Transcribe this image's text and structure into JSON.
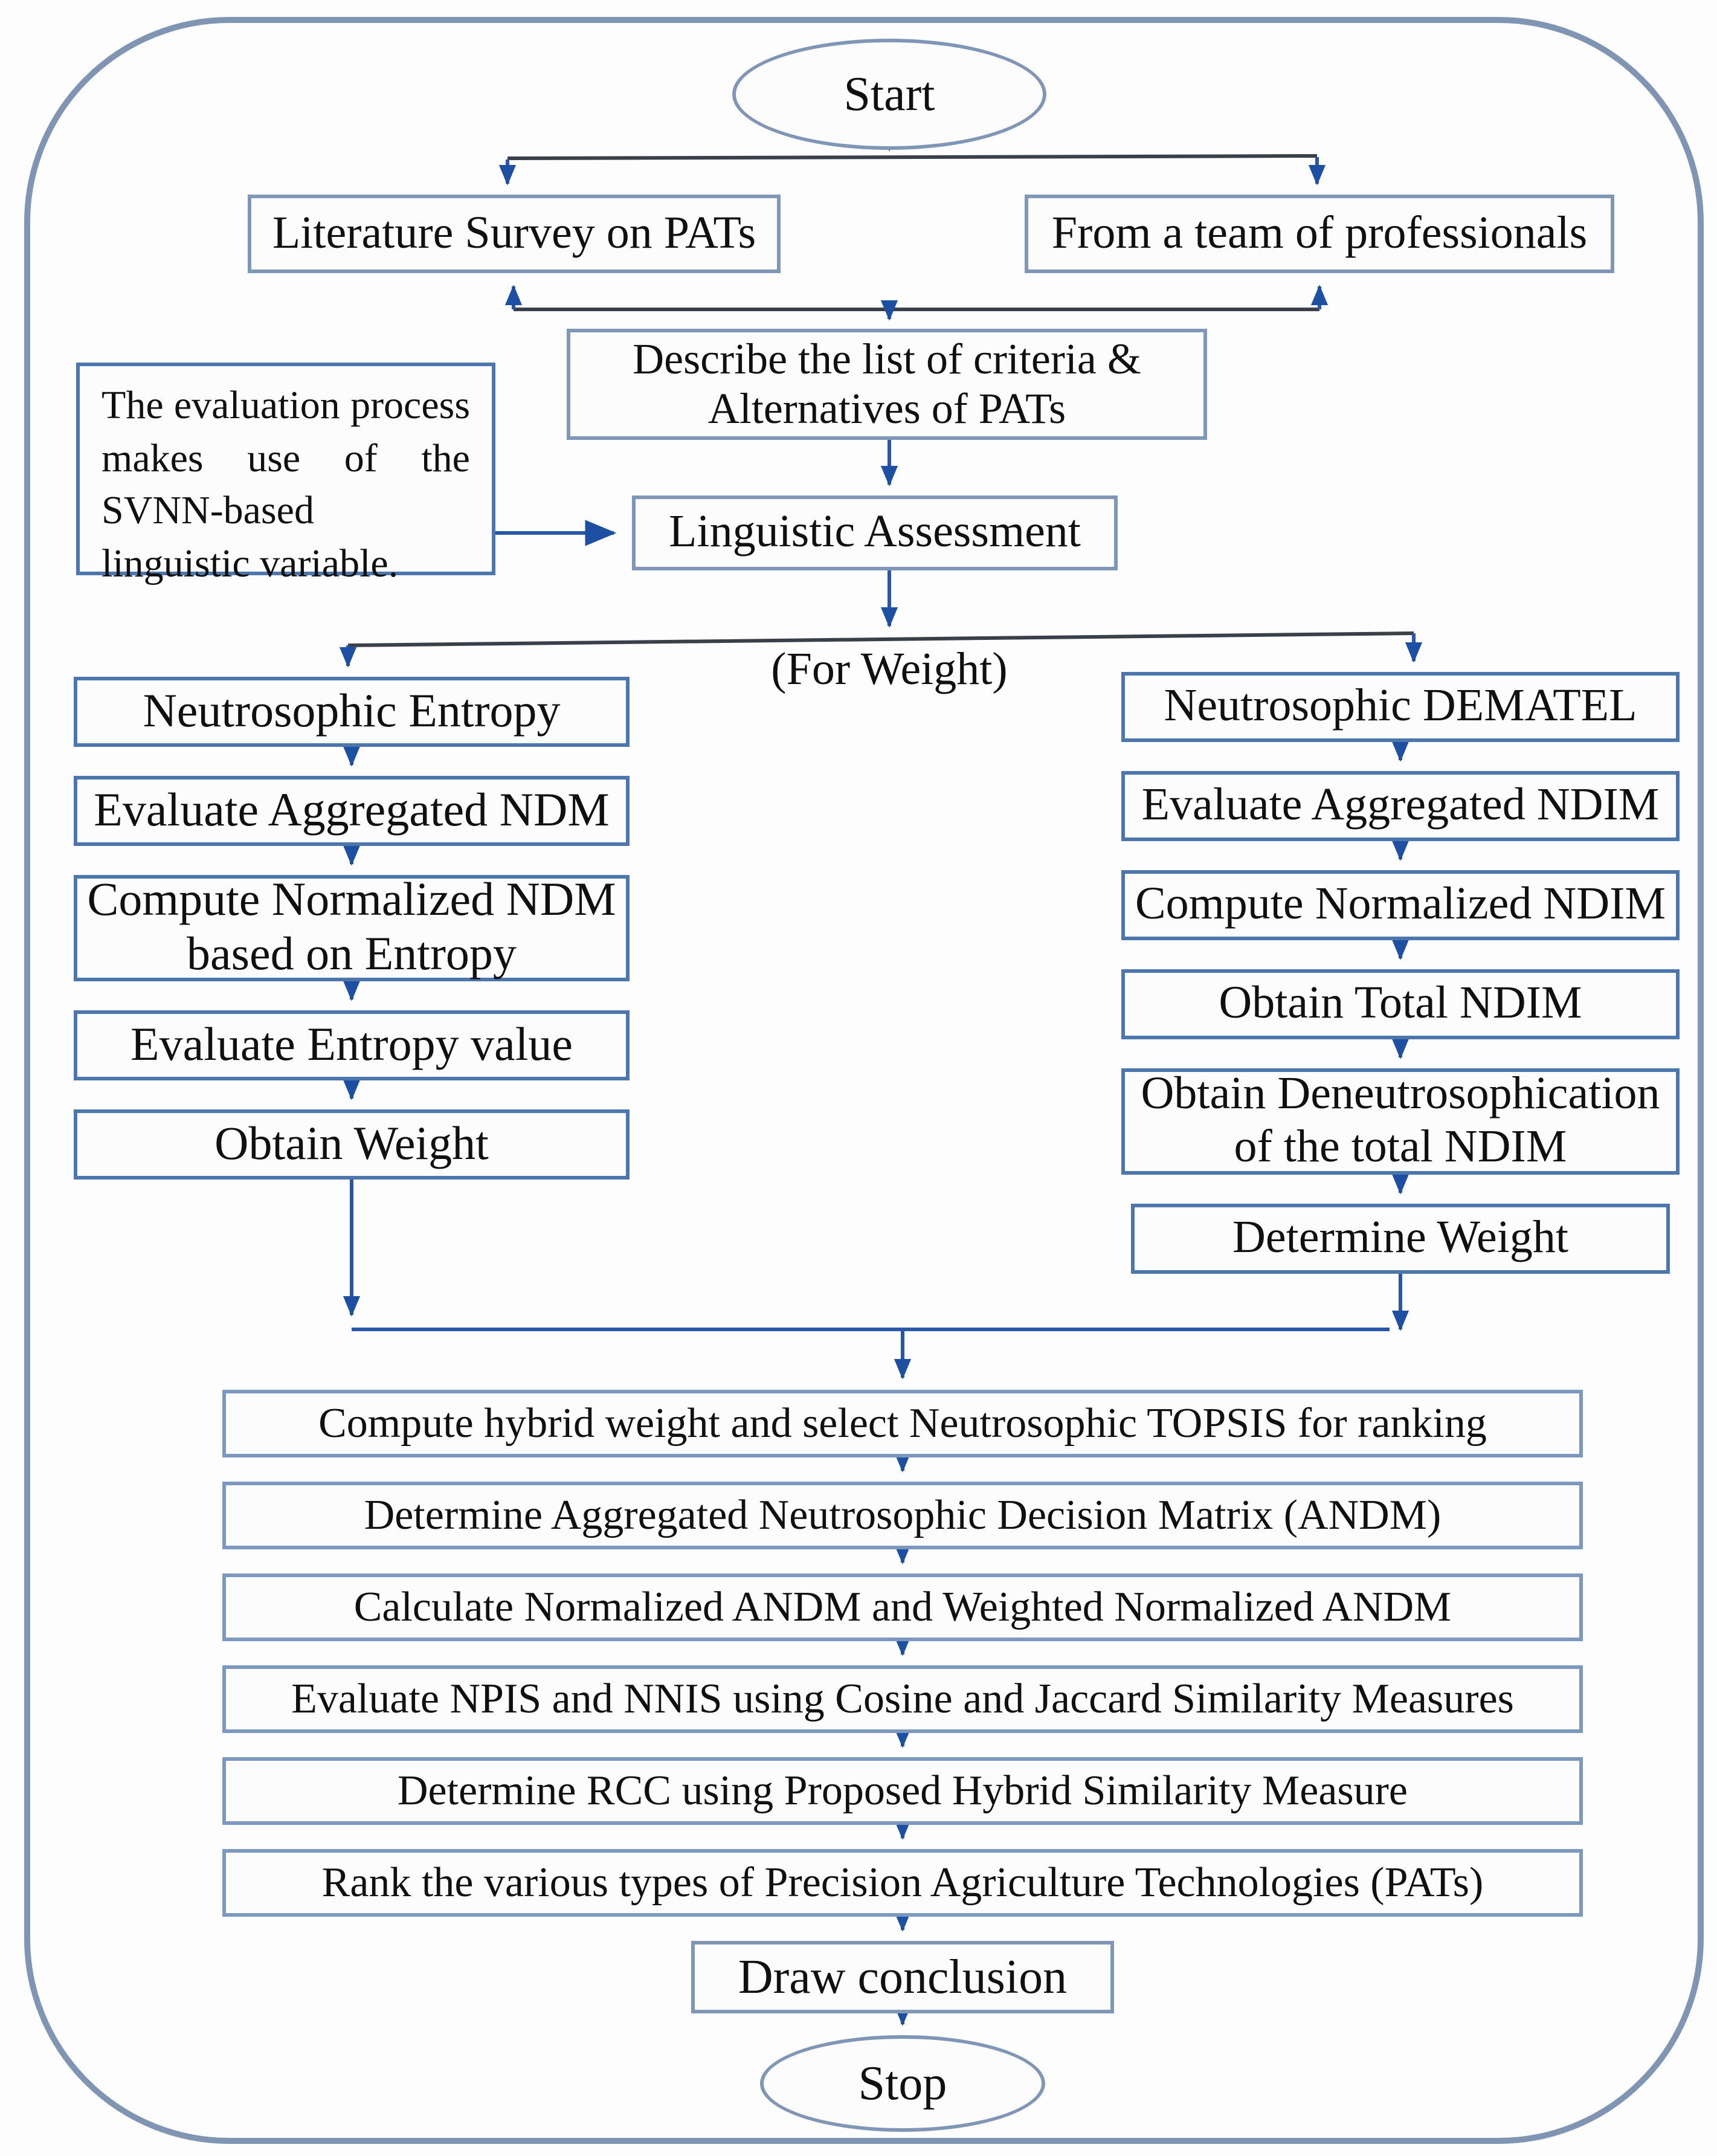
{
  "diagram": {
    "terminals": {
      "start": "Start",
      "stop": "Stop"
    },
    "top": {
      "literature": "Literature Survey on PATs",
      "team": "From a team of professionals",
      "describe": "Describe the list of criteria & Alternatives of PATs",
      "note": "The evaluation process makes use of the SVNN-based linguistic variable.",
      "linguistic": "Linguistic Assessment",
      "for_weight": "(For Weight)"
    },
    "entropy_branch": [
      "Neutrosophic Entropy",
      "Evaluate Aggregated NDM",
      "Compute Normalized NDM based on Entropy",
      "Evaluate Entropy value",
      "Obtain Weight"
    ],
    "dematel_branch": [
      "Neutrosophic DEMATEL",
      "Evaluate Aggregated NDIM",
      "Compute Normalized NDIM",
      "Obtain Total NDIM",
      "Obtain Deneutrosophication of the total NDIM",
      "Determine Weight"
    ],
    "main_steps": [
      "Compute hybrid weight and select Neutrosophic TOPSIS for ranking",
      "Determine Aggregated Neutrosophic Decision Matrix (ANDM)",
      "Calculate Normalized ANDM and Weighted Normalized ANDM",
      "Evaluate NPIS and NNIS using Cosine and Jaccard Similarity Measures",
      "Determine RCC using Proposed Hybrid Similarity Measure",
      "Rank the various types of Precision Agriculture Technologies (PATs)"
    ],
    "conclusion": "Draw conclusion",
    "colors": {
      "box_border_strong": "#4d76ad",
      "box_border_soft": "#8096b6",
      "arrow_blue": "#1d4fa3",
      "line_blue": "#2a56a7",
      "line_dark": "#3a4049",
      "outer_border": "#8095b3"
    }
  }
}
